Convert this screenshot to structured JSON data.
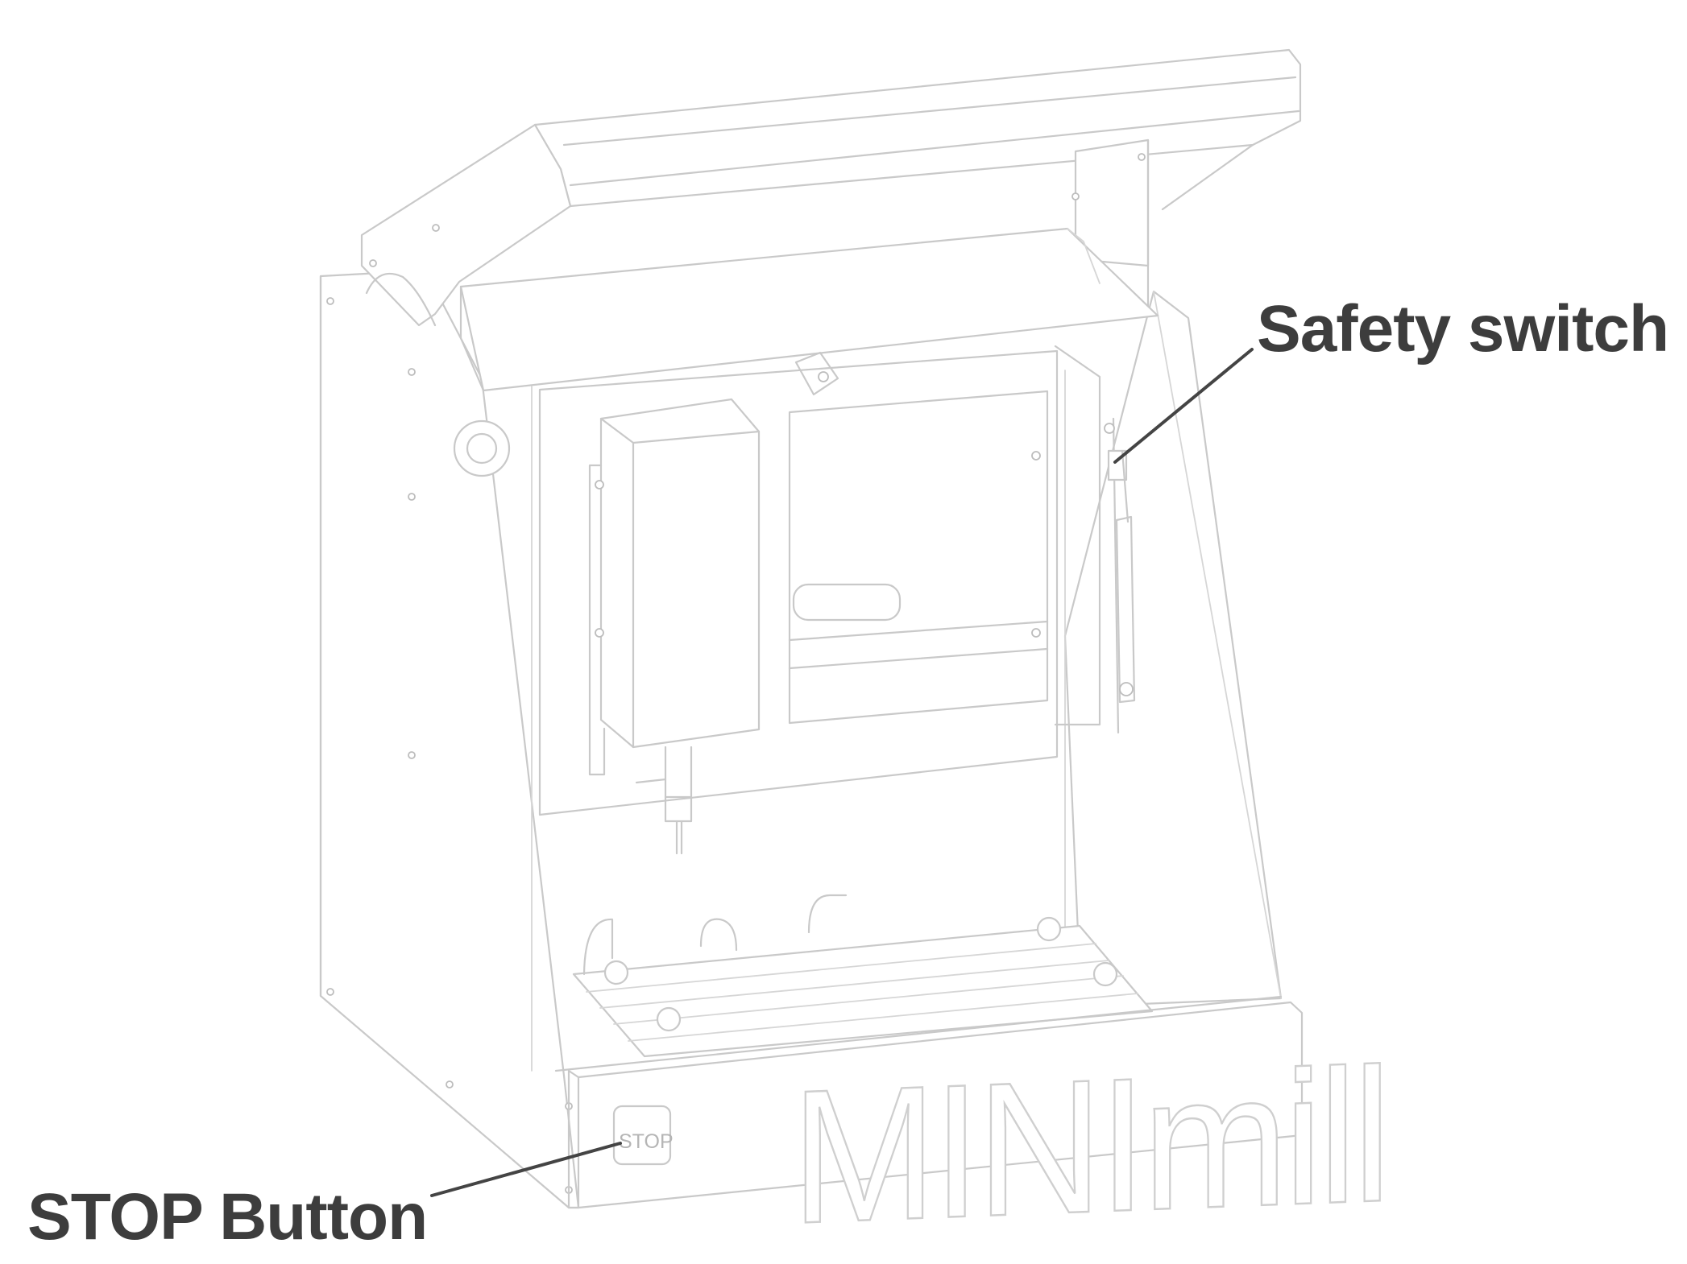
{
  "callouts": {
    "safety_switch": "Safety switch",
    "stop_button": "STOP Button"
  },
  "machine": {
    "brand": "MINImill",
    "stop_label": "STOP"
  },
  "colors": {
    "line": "#c9c9c9",
    "label": "#3d3d3d",
    "leader": "#444444"
  }
}
